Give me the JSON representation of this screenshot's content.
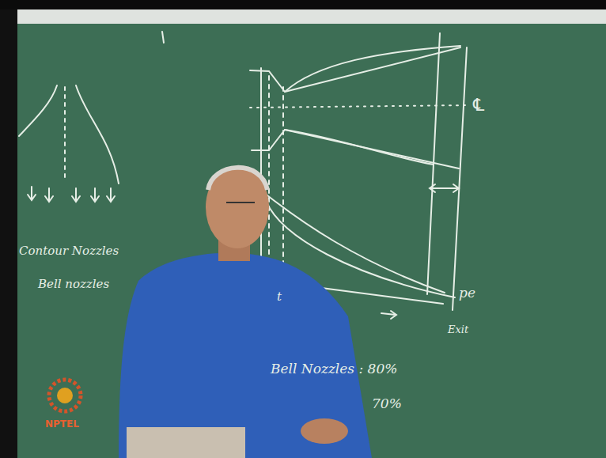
{
  "diagram": {
    "labels": [
      "Contour Nozzles",
      "Bell nozzles",
      "t",
      "℄",
      "pe",
      "Exit",
      "Bell Nozzles : 80%",
      "70%",
      "NPTEL"
    ]
  }
}
